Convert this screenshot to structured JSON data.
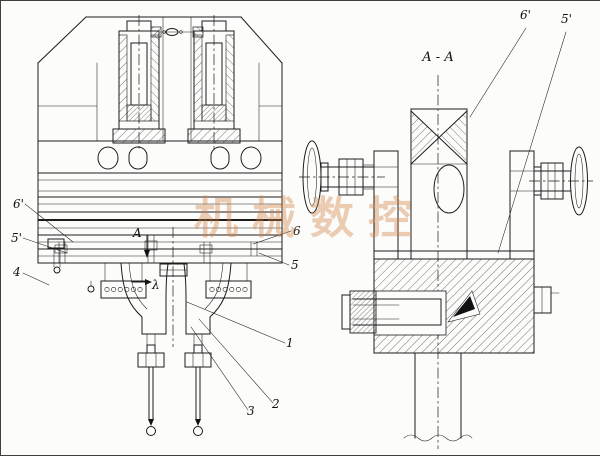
{
  "colors": {
    "line": "#1c1c1c",
    "background": "#fcfcfb",
    "watermark": "#d2813f"
  },
  "watermark": "机械数控",
  "front_view": {
    "labels": {
      "six_prime": "6'",
      "five_prime": "5'",
      "four": "4",
      "section_a": "A",
      "lambda": "λ",
      "six": "6",
      "five": "5",
      "one": "1",
      "two": "2",
      "three": "3"
    }
  },
  "section_view": {
    "title": "A - A",
    "labels": {
      "six_prime": "6'",
      "five_prime": "5'"
    }
  }
}
